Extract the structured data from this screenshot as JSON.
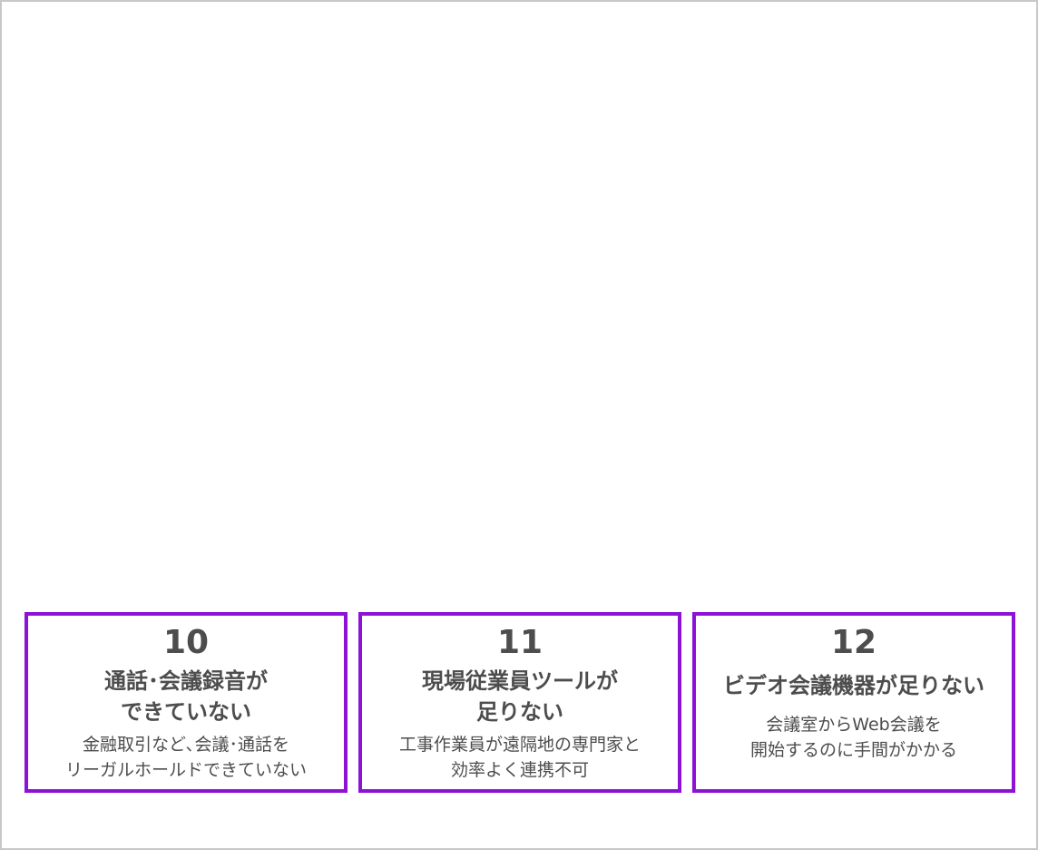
{
  "cards": [
    {
      "number": "10",
      "title_lines": [
        "通話･会議録音が",
        "できていない"
      ],
      "desc_lines": [
        "金融取引など､会議･通話を",
        "リーガルホールドできていない"
      ]
    },
    {
      "number": "11",
      "title_lines": [
        "現場従業員ツールが",
        "足りない"
      ],
      "desc_lines": [
        "工事作業員が遠隔地の専門家と",
        "効率よく連携不可"
      ]
    },
    {
      "number": "12",
      "title_lines": [
        "ビデオ会議機器が足りない"
      ],
      "desc_lines": [
        "会議室からWeb会議を",
        "開始するのに手間がかかる"
      ]
    }
  ],
  "colors": {
    "card_border": "#8c13d6",
    "text": "#4d4d4d",
    "frame_border": "#c8c8c8"
  }
}
